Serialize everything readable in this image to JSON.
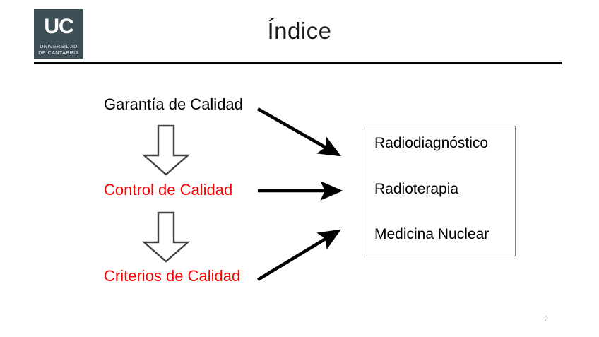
{
  "slide": {
    "title": "Índice",
    "page_number": "2",
    "background_color": "#ffffff"
  },
  "logo": {
    "mark": "UC",
    "line1": "UNIVERSIDAD",
    "line2": "DE CANTABRIA",
    "box_color": "#3d4e57",
    "text_color": "#ffffff"
  },
  "flow": {
    "steps": [
      {
        "label": "Garantía de Calidad",
        "color": "#000000"
      },
      {
        "label": "Control de Calidad",
        "color": "#ff0000"
      },
      {
        "label": "Criterios de Calidad",
        "color": "#ff0000"
      }
    ],
    "connectors": [
      {
        "name": "down-block-arrow-1",
        "from": "Garantía de Calidad",
        "to": "Control de Calidad",
        "style": "block-arrow-down"
      },
      {
        "name": "down-block-arrow-2",
        "from": "Control de Calidad",
        "to": "Criterios de Calidad",
        "style": "block-arrow-down"
      },
      {
        "name": "arrow-garantia-to-box",
        "from": "Garantía de Calidad",
        "to": "Radiodiagnóstico",
        "style": "line-arrow-diagonal-down"
      },
      {
        "name": "arrow-control-to-box",
        "from": "Control de Calidad",
        "to": "Radioterapia",
        "style": "line-arrow-horizontal"
      },
      {
        "name": "arrow-criterios-to-box",
        "from": "Criterios de Calidad",
        "to": "Medicina Nuclear",
        "style": "line-arrow-diagonal-up"
      }
    ]
  },
  "modality_box": {
    "border_color": "#808080",
    "items": [
      "Radiodiagnóstico",
      "Radioterapia",
      "Medicina Nuclear"
    ]
  }
}
